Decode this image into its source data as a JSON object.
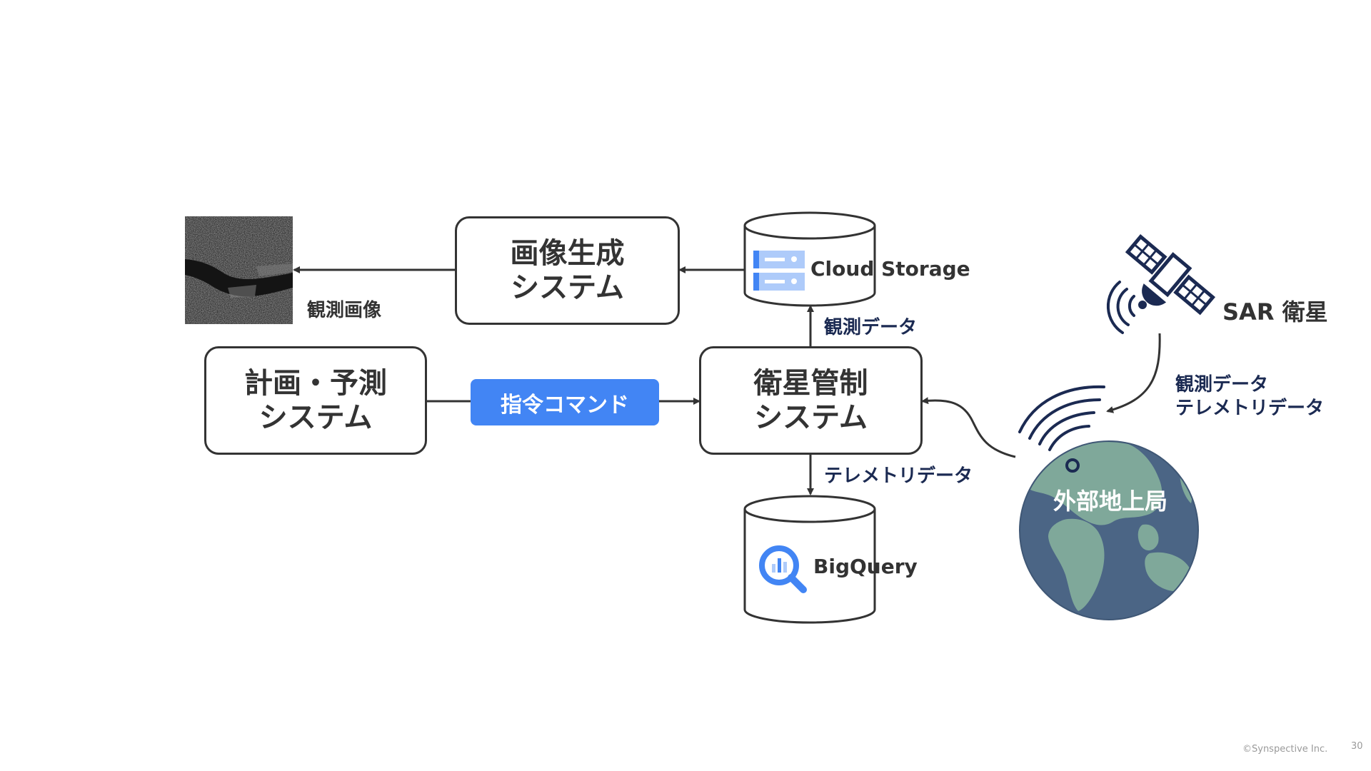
{
  "boxes": {
    "image_gen": {
      "line1": "画像生成",
      "line2": "システム"
    },
    "planning": {
      "line1": "計画・予測",
      "line2": "システム"
    },
    "satellite_control": {
      "line1": "衛星管制",
      "line2": "システム"
    }
  },
  "command_button": {
    "label": "指令コマンド",
    "color": "#4285f4"
  },
  "storage": {
    "cloud_storage": {
      "label": "Cloud Storage",
      "icon": "cloud-storage-icon"
    },
    "bigquery": {
      "label": "BigQuery",
      "icon": "bigquery-icon"
    }
  },
  "labels": {
    "observation_image": "観測画像",
    "observation_data_up": "観測データ",
    "telemetry_data_down": "テレメトリデータ",
    "satellite_link_line1": "観測データ",
    "satellite_link_line2": "テレメトリデータ"
  },
  "satellite": {
    "label": "SAR 衛星",
    "icon": "satellite-icon"
  },
  "ground_station": {
    "label": "外部地上局",
    "icon": "earth-icon"
  },
  "footer": {
    "copyright": "©Synspective Inc.",
    "page_number": "30"
  },
  "colors": {
    "stroke": "#333333",
    "navy": "#1b2a52",
    "accent_blue": "#4285f4",
    "earth_ocean": "#4b6585",
    "earth_land": "#7fa89a"
  }
}
